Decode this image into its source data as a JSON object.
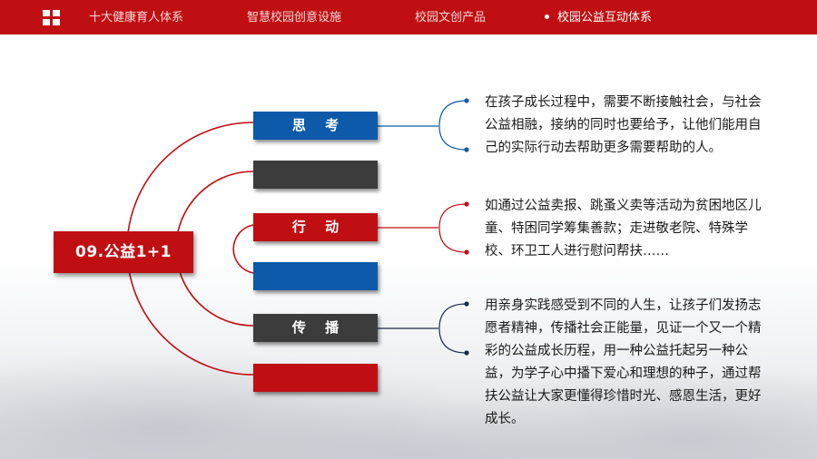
{
  "nav": {
    "items": [
      {
        "label": "十大健康育人体系",
        "active": false
      },
      {
        "label": "智慧校园创意设施",
        "active": false
      },
      {
        "label": "校园文创产品",
        "active": false
      },
      {
        "label": "校园公益互动体系",
        "active": true
      }
    ]
  },
  "center": {
    "title": "09.公益1+1"
  },
  "bars": [
    {
      "label": "思 考",
      "color": "blue"
    },
    {
      "label": "",
      "color": "dark"
    },
    {
      "label": "行 动",
      "color": "red"
    },
    {
      "label": "",
      "color": "blue"
    },
    {
      "label": "传 播",
      "color": "dark"
    },
    {
      "label": "",
      "color": "red"
    }
  ],
  "paragraphs": [
    {
      "text": "在孩子成长过程中，需要不断接触社会，与社会公益相融，接纳的同时也要给予，让他们能用自己的实际行动去帮助更多需要帮助的人。"
    },
    {
      "text": "如通过公益卖报、跳蚤义卖等活动为贫困地区儿童、特困同学筹集善款；走进敬老院、特殊学校、环卫工人进行慰问帮扶……"
    },
    {
      "text": "用亲身实践感受到不同的人生，让孩子们发扬志愿者精神，传播社会正能量，见证一个又一个精彩的公益成长历程，用一种公益托起另一种公益，为学子心中播下爱心和理想的种子，通过帮扶公益让大家更懂得珍惜时光、感恩生活，更好成长。"
    }
  ],
  "colors": {
    "red": "#c00f13",
    "blue": "#0c5aa9",
    "dark": "#3c3c3c"
  }
}
